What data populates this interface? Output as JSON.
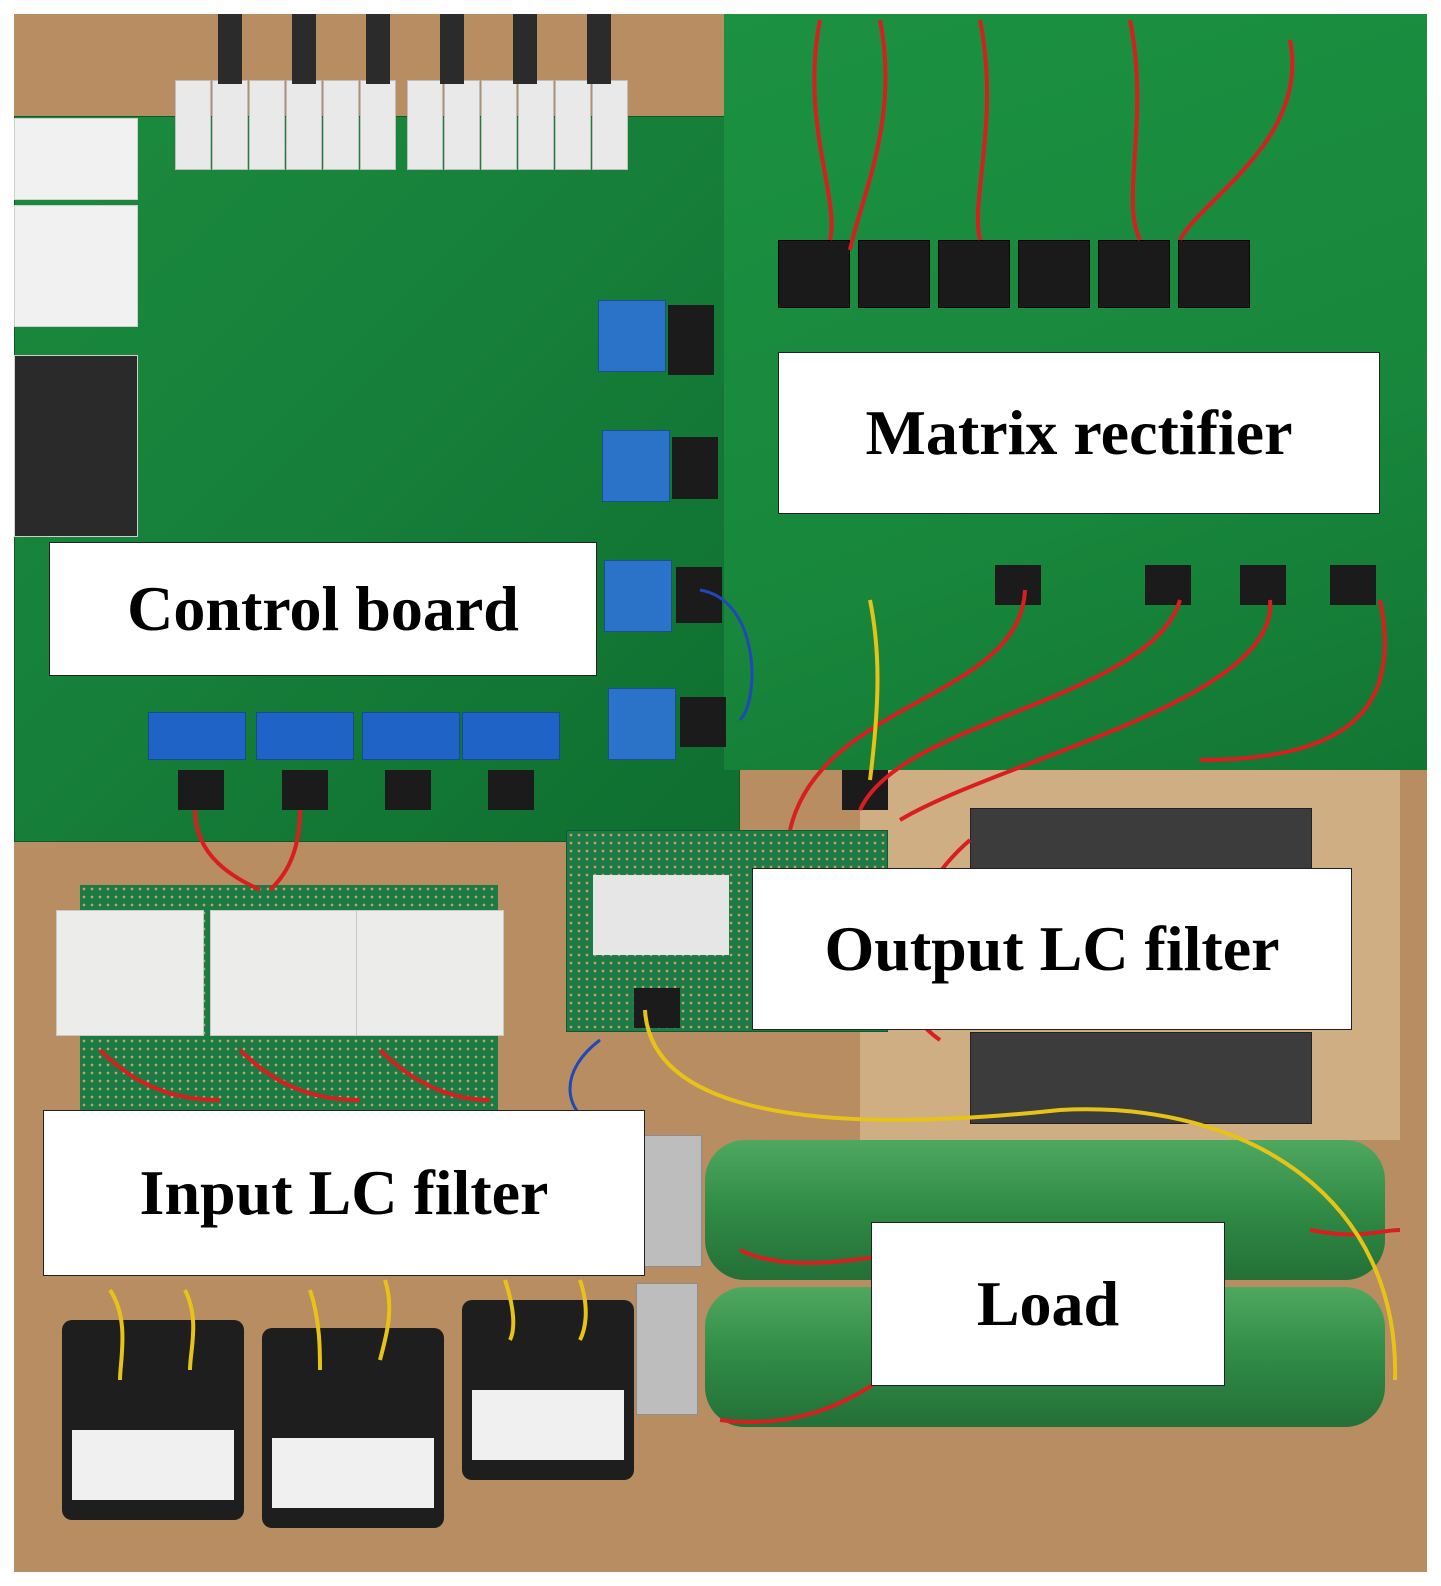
{
  "labels": {
    "matrix_rectifier": "Matrix rectifier",
    "control_board": "Control board",
    "output_lc_filter": "Output LC filter",
    "input_lc_filter": "Input LC filter",
    "load": "Load"
  }
}
